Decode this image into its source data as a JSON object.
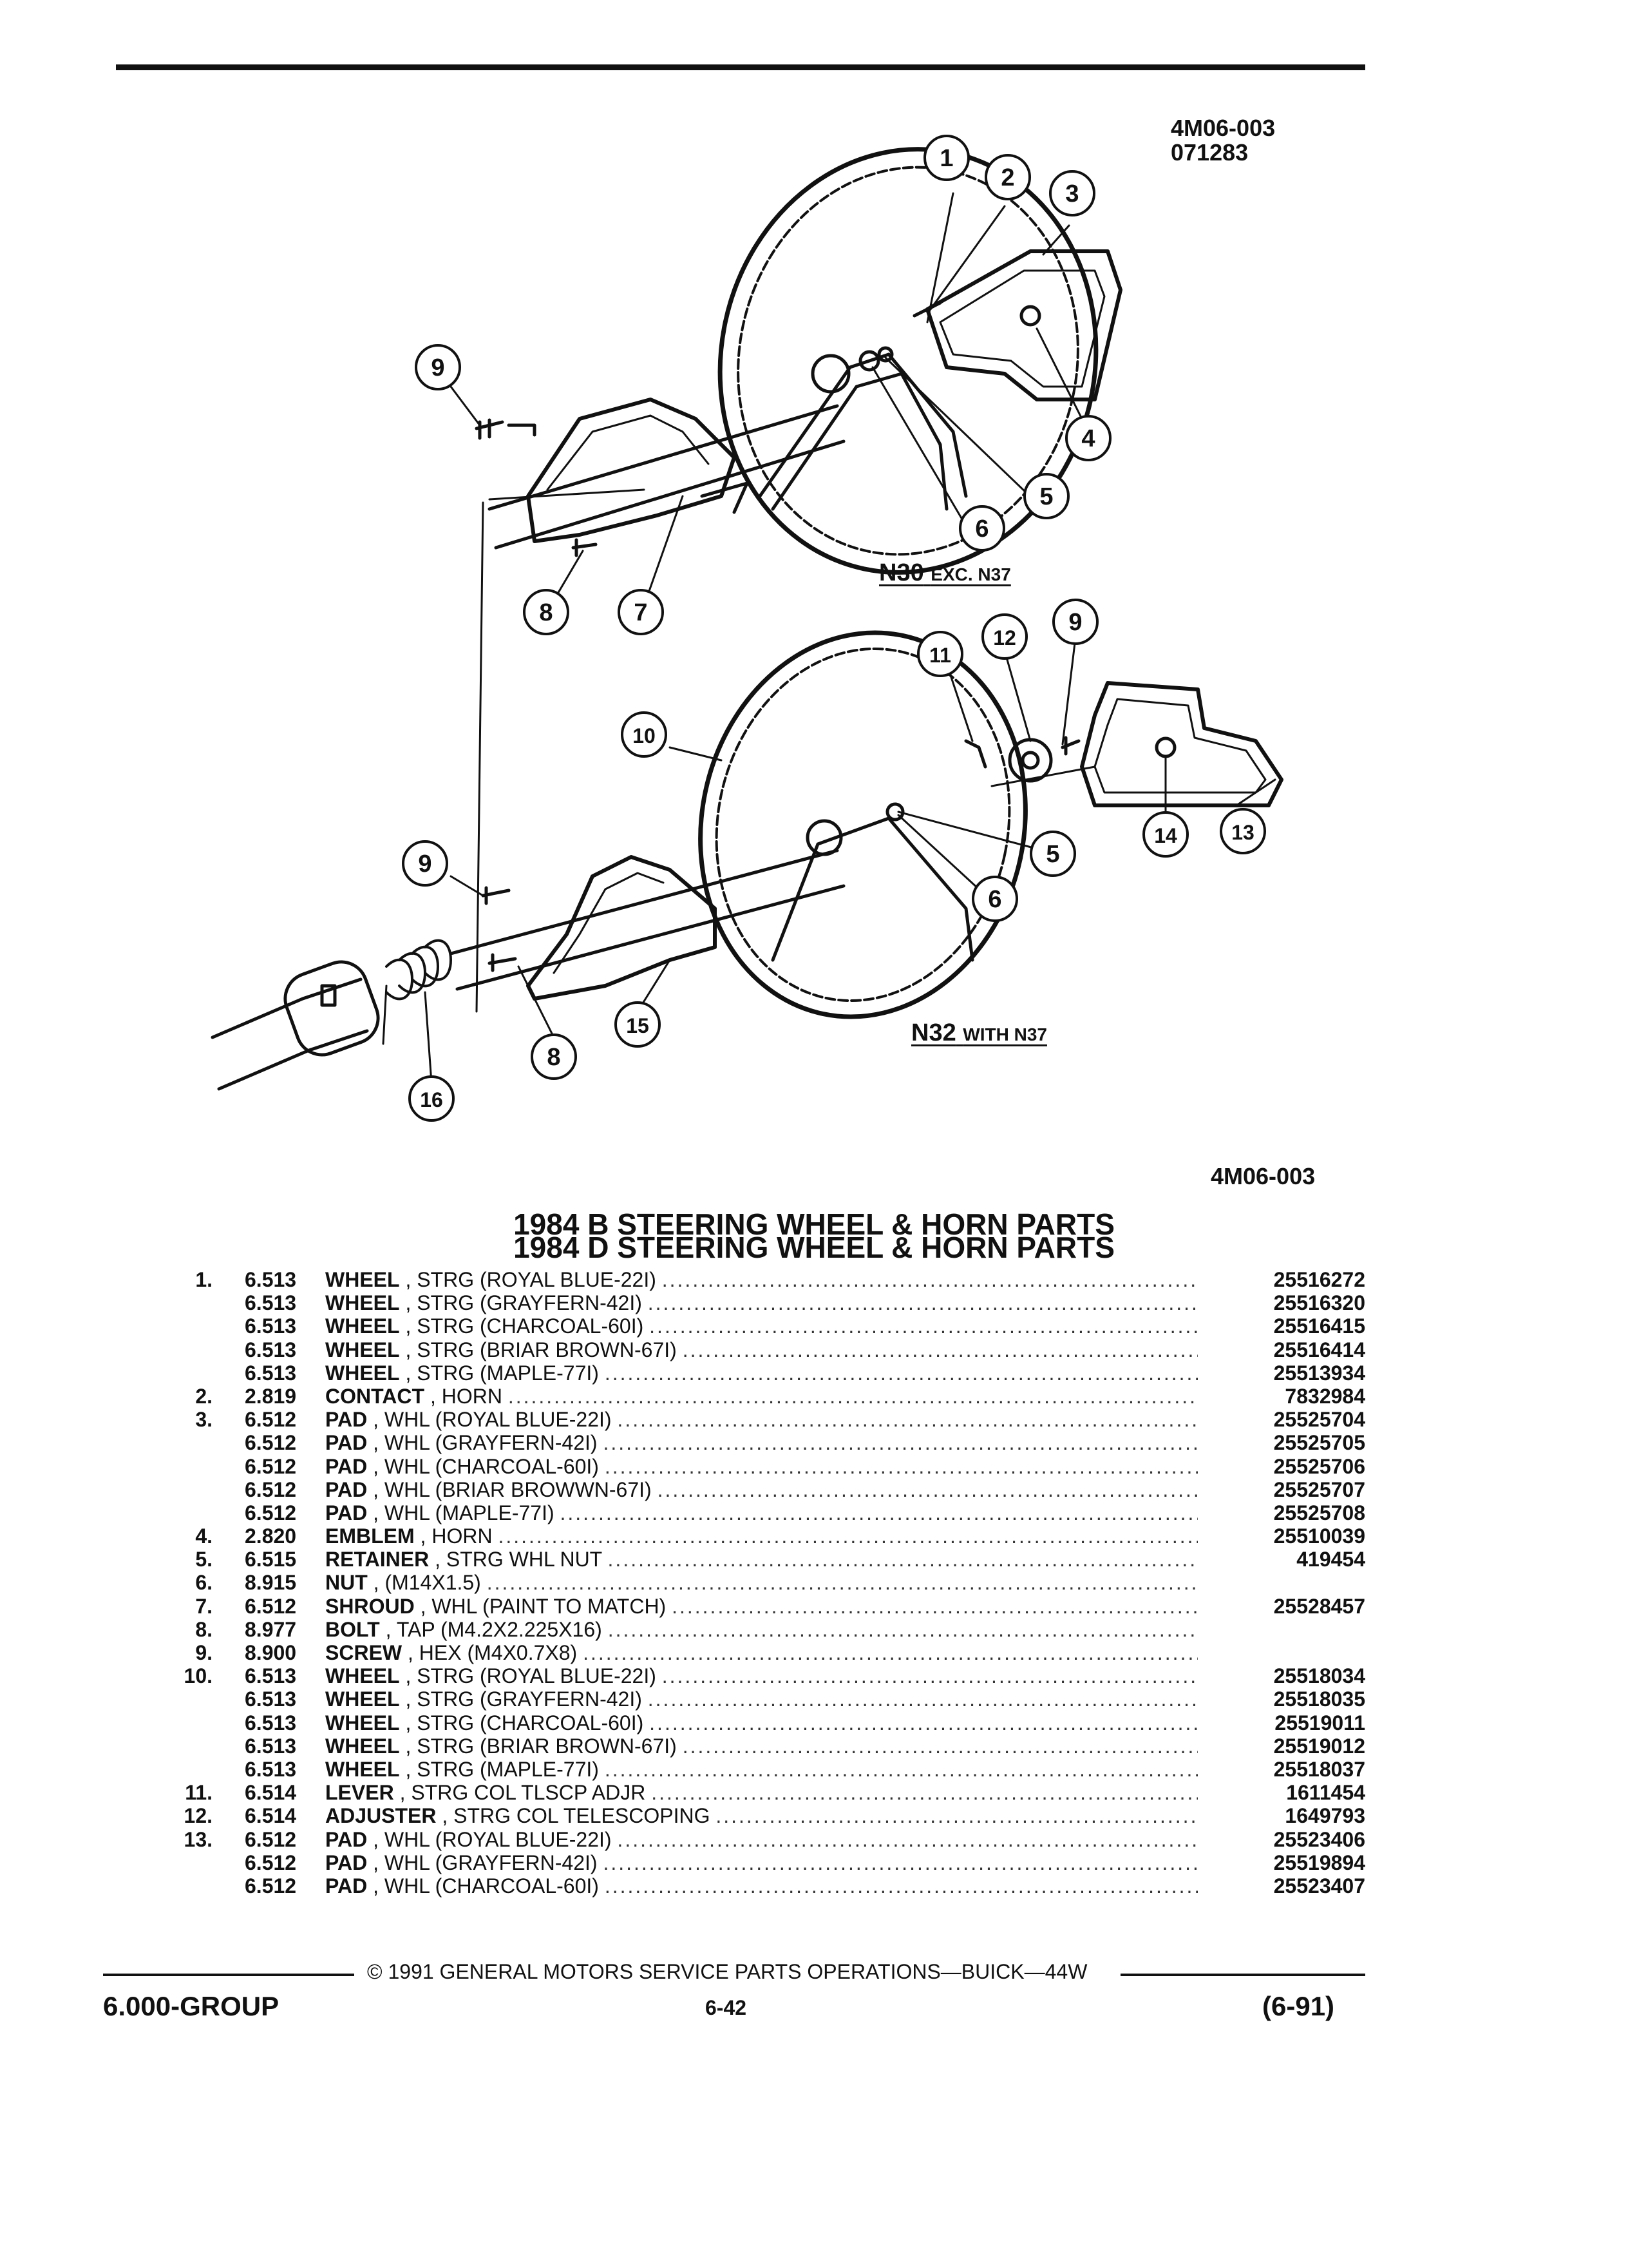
{
  "figure": {
    "code_top": "4M06-003",
    "date_code": "071283",
    "code_bottom": "4M06-003",
    "variant_top_main": "N30",
    "variant_top_sub": "EXC. N37",
    "variant_bottom_main": "N32",
    "variant_bottom_sub": "WITH N37",
    "callouts": [
      "1",
      "2",
      "3",
      "4",
      "5",
      "6",
      "7",
      "8",
      "9",
      "10",
      "11",
      "12",
      "13",
      "14",
      "15",
      "16"
    ]
  },
  "titles": [
    "1984 B STEERING WHEEL & HORN PARTS",
    "1984 D STEERING WHEEL & HORN PARTS"
  ],
  "parts": [
    {
      "num": "1.",
      "code": "6.513",
      "noun": "WHEEL",
      "desc": ", STRG (ROYAL BLUE-22I)",
      "pn": "25516272"
    },
    {
      "num": "",
      "code": "6.513",
      "noun": "WHEEL",
      "desc": ", STRG (GRAYFERN-42I)",
      "pn": "25516320"
    },
    {
      "num": "",
      "code": "6.513",
      "noun": "WHEEL",
      "desc": ", STRG (CHARCOAL-60I)",
      "pn": "25516415"
    },
    {
      "num": "",
      "code": "6.513",
      "noun": "WHEEL",
      "desc": ", STRG (BRIAR BROWN-67I)",
      "pn": "25516414"
    },
    {
      "num": "",
      "code": "6.513",
      "noun": "WHEEL",
      "desc": ", STRG (MAPLE-77I)",
      "pn": "25513934"
    },
    {
      "num": "2.",
      "code": "2.819",
      "noun": "CONTACT",
      "desc": ", HORN",
      "pn": "7832984"
    },
    {
      "num": "3.",
      "code": "6.512",
      "noun": "PAD",
      "desc": ", WHL (ROYAL BLUE-22I)",
      "pn": "25525704"
    },
    {
      "num": "",
      "code": "6.512",
      "noun": "PAD",
      "desc": ", WHL (GRAYFERN-42I)",
      "pn": "25525705"
    },
    {
      "num": "",
      "code": "6.512",
      "noun": "PAD",
      "desc": ", WHL (CHARCOAL-60I)",
      "pn": "25525706"
    },
    {
      "num": "",
      "code": "6.512",
      "noun": "PAD",
      "desc": ", WHL (BRIAR BROWWN-67I)",
      "pn": "25525707"
    },
    {
      "num": "",
      "code": "6.512",
      "noun": "PAD",
      "desc": ", WHL (MAPLE-77I)",
      "pn": "25525708"
    },
    {
      "num": "4.",
      "code": "2.820",
      "noun": "EMBLEM",
      "desc": ", HORN",
      "pn": "25510039"
    },
    {
      "num": "5.",
      "code": "6.515",
      "noun": "RETAINER",
      "desc": ", STRG WHL NUT",
      "pn": "419454"
    },
    {
      "num": "6.",
      "code": "8.915",
      "noun": "NUT",
      "desc": ", (M14X1.5)",
      "pn": ""
    },
    {
      "num": "7.",
      "code": "6.512",
      "noun": "SHROUD",
      "desc": ", WHL (PAINT TO MATCH)",
      "pn": "25528457"
    },
    {
      "num": "8.",
      "code": "8.977",
      "noun": "BOLT",
      "desc": ", TAP (M4.2X2.225X16)",
      "pn": ""
    },
    {
      "num": "9.",
      "code": "8.900",
      "noun": "SCREW",
      "desc": ", HEX (M4X0.7X8)",
      "pn": ""
    },
    {
      "num": "10.",
      "code": "6.513",
      "noun": "WHEEL",
      "desc": ", STRG (ROYAL BLUE-22I)",
      "pn": "25518034"
    },
    {
      "num": "",
      "code": "6.513",
      "noun": "WHEEL",
      "desc": ", STRG (GRAYFERN-42I)",
      "pn": "25518035"
    },
    {
      "num": "",
      "code": "6.513",
      "noun": "WHEEL",
      "desc": ", STRG (CHARCOAL-60I)",
      "pn": "25519011"
    },
    {
      "num": "",
      "code": "6.513",
      "noun": "WHEEL",
      "desc": ", STRG (BRIAR BROWN-67I)",
      "pn": "25519012"
    },
    {
      "num": "",
      "code": "6.513",
      "noun": "WHEEL",
      "desc": ", STRG (MAPLE-77I)",
      "pn": "25518037"
    },
    {
      "num": "11.",
      "code": "6.514",
      "noun": "LEVER",
      "desc": ", STRG COL TLSCP ADJR",
      "pn": "1611454"
    },
    {
      "num": "12.",
      "code": "6.514",
      "noun": "ADJUSTER",
      "desc": ", STRG COL TELESCOPING",
      "pn": "1649793"
    },
    {
      "num": "13.",
      "code": "6.512",
      "noun": "PAD",
      "desc": ", WHL (ROYAL BLUE-22I)",
      "pn": "25523406"
    },
    {
      "num": "",
      "code": "6.512",
      "noun": "PAD",
      "desc": ", WHL (GRAYFERN-42I)",
      "pn": "25519894"
    },
    {
      "num": "",
      "code": "6.512",
      "noun": "PAD",
      "desc": ", WHL (CHARCOAL-60I)",
      "pn": "25523407"
    }
  ],
  "footer": {
    "copyright": "© 1991 GENERAL MOTORS SERVICE PARTS OPERATIONS—BUICK—44W",
    "group": "6.000-GROUP",
    "page": "6-42",
    "revision": "(6-91)"
  }
}
